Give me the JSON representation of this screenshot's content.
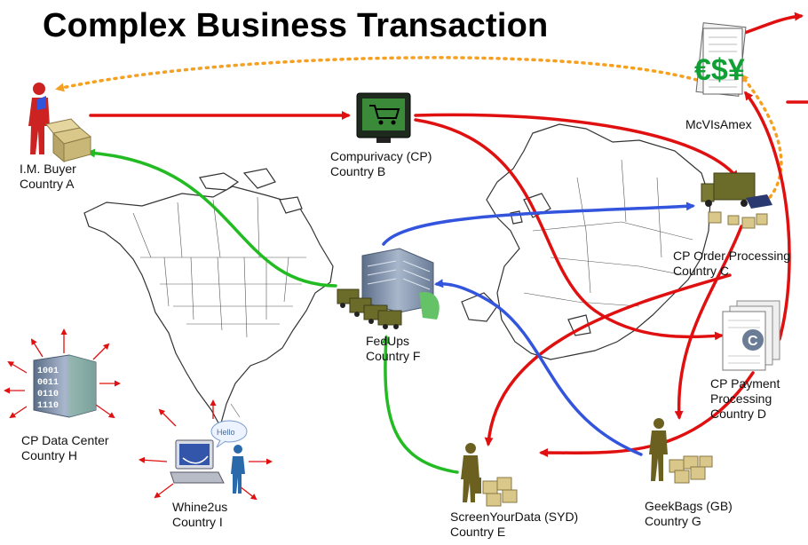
{
  "title": "Complex Business Transaction",
  "colors": {
    "money_flow": "#e01010",
    "shipping": "#22bb22",
    "data_flow": "#3355dd",
    "payment": "#f5a020",
    "map_fill": "#ffffff",
    "map_stroke": "#333333",
    "buyer": "#cc2222",
    "building": "#7d8fa8",
    "truck": "#6b6b2a",
    "person": "#6b6020"
  },
  "nodes": {
    "buyer": {
      "name": "I.M. Buyer",
      "country": "Country A",
      "icon": "person-with-box-icon"
    },
    "compurivacy": {
      "name": "Compurivacy (CP)",
      "country": "Country B",
      "icon": "shopping-cart-monitor-icon"
    },
    "mcvisamex": {
      "name": "McVIsAmex",
      "icon": "currency-document-icon",
      "symbols": "€$¥"
    },
    "order_processing": {
      "name": "CP Order Processing",
      "country": "Country C",
      "icon": "delivery-truck-icon"
    },
    "payment_processing": {
      "name": "CP Payment",
      "name2": "Processing",
      "country": "Country D",
      "icon": "document-stack-icon",
      "glyph": "C"
    },
    "fedups": {
      "name": "FedUps",
      "country": "Country F",
      "icon": "warehouse-trucks-icon"
    },
    "syd": {
      "name": "ScreenYourData (SYD)",
      "country": "Country E",
      "icon": "person-boxes-icon"
    },
    "geekbags": {
      "name": "GeekBags (GB)",
      "country": "Country G",
      "icon": "person-boxes-icon"
    },
    "datacenter": {
      "name": "CP Data Center",
      "country": "Country H",
      "icon": "data-server-icon",
      "bits": [
        "1001",
        "0011",
        "0110",
        "1110"
      ]
    },
    "whine2us": {
      "name": "Whine2us",
      "country": "Country I",
      "icon": "computer-user-icon",
      "bubble": "Hello"
    }
  }
}
